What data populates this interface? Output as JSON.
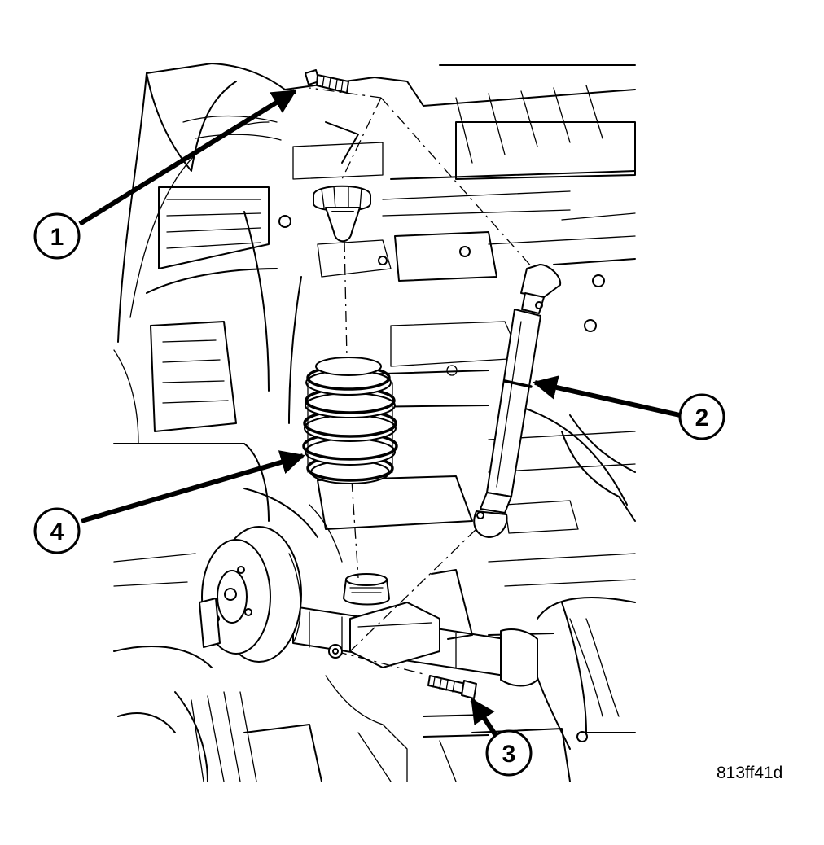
{
  "figure_id": "813ff41d",
  "callouts": [
    {
      "id": "callout-1",
      "label": "1"
    },
    {
      "id": "callout-2",
      "label": "2"
    },
    {
      "id": "callout-3",
      "label": "3"
    },
    {
      "id": "callout-4",
      "label": "4"
    }
  ],
  "parts": [
    {
      "callout": "1",
      "icon": "upper-bolt-icon"
    },
    {
      "callout": "2",
      "icon": "shock-absorber-icon"
    },
    {
      "callout": "3",
      "icon": "lower-bolt-icon"
    },
    {
      "callout": "4",
      "icon": "coil-spring-icon"
    }
  ],
  "colors": {
    "line": "#000000",
    "background": "#ffffff"
  }
}
